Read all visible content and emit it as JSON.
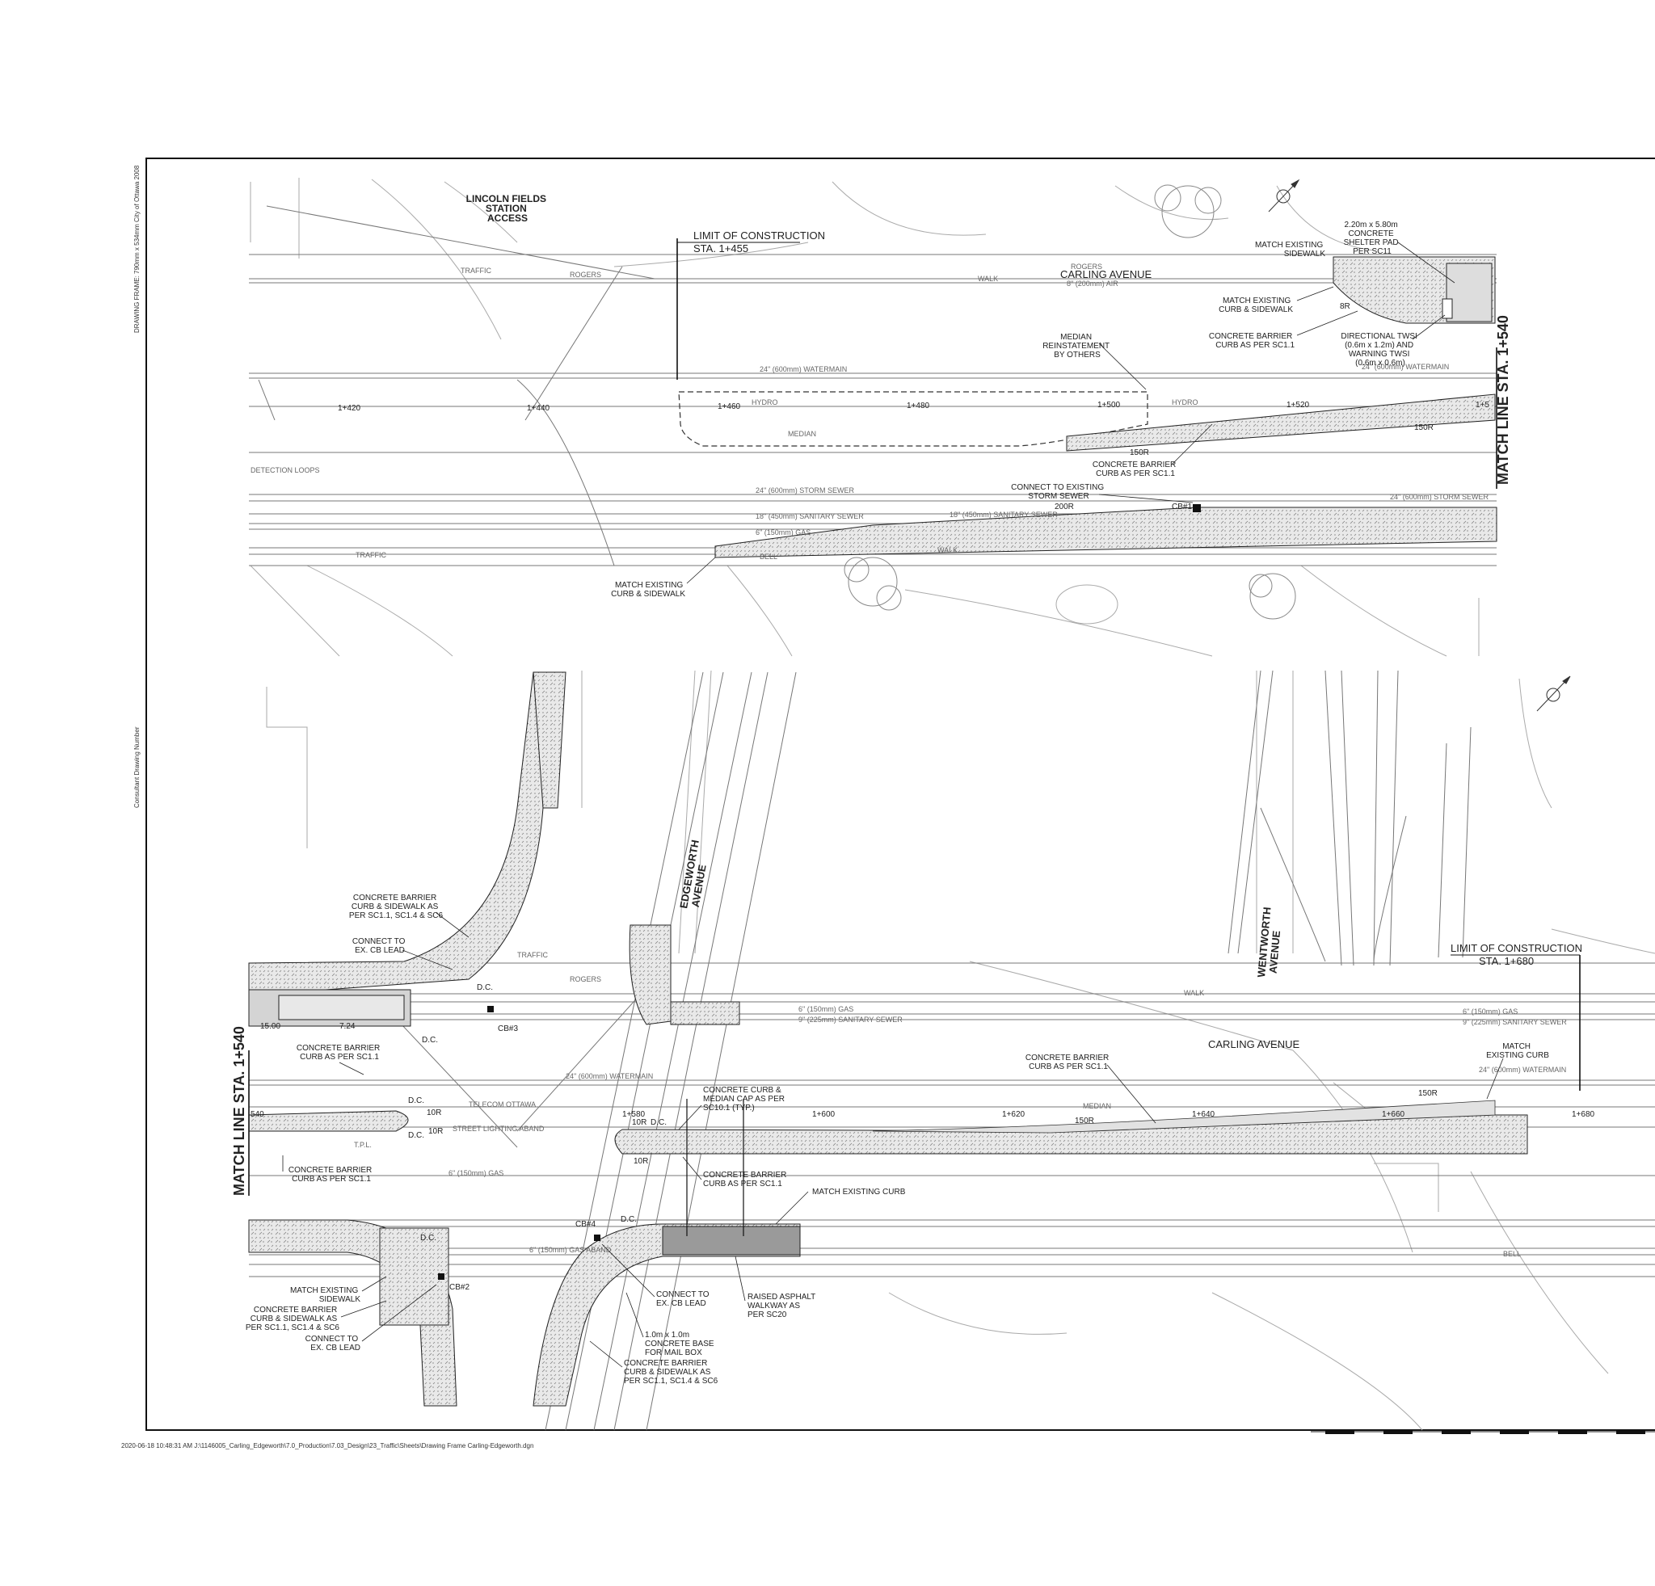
{
  "frame": {
    "drawing_frame": "DRAWING FRAME: 790mm x 534mm City of Ottawa 2008",
    "consultant": "Consultant Drawing Number",
    "footer": "2020-06-18 10:48:31 AM J:\\1146005_Carling_Edgeworth\\7.0_Production\\7.03_Design\\23_Traffic\\Sheets\\Drawing Frame Carling-Edgeworth.dgn"
  },
  "top_panel": {
    "lincoln": [
      "LINCOLN FIELDS",
      "STATION",
      "ACCESS"
    ],
    "limit": "LIMIT OF CONSTRUCTION",
    "limit_sta": "STA. 1+455",
    "carling": "CARLING AVENUE",
    "stations": [
      "1+420",
      "1+440",
      "1+460",
      "1+480",
      "1+500",
      "1+520",
      "1+5"
    ],
    "median_reinst": [
      "MEDIAN",
      "REINSTATEMENT",
      "BY OTHERS"
    ],
    "match_sidewalk": [
      "MATCH EXISTING",
      "SIDEWALK"
    ],
    "shelter": [
      "2.20m x 5.80m",
      "CONCRETE",
      "SHELTER PAD",
      "PER SC11"
    ],
    "match_curb_sidewalk": [
      "MATCH EXISTING",
      "CURB & SIDEWALK"
    ],
    "barrier_sc11": [
      "CONCRETE BARRIER",
      "CURB AS PER SC1.1"
    ],
    "twsi": [
      "DIRECTIONAL TWSI",
      "(0.6m x 1.2m) AND",
      "WARNING TWSI",
      "(0.6m x 0.6m)"
    ],
    "barrier_median": [
      "CONCRETE BARRIER",
      "CURB AS PER SC1.1"
    ],
    "connect_storm": [
      "CONNECT TO EXISTING",
      "STORM SEWER"
    ],
    "cb1": "CB#1",
    "r200": "200R",
    "r150a": "150R",
    "r150b": "150R",
    "r8": "8R",
    "match_bottom": [
      "MATCH EXISTING",
      "CURB & SIDEWALK"
    ],
    "match_line": "MATCH LINE STA. 1+540",
    "utils": {
      "watermain": "24\" (600mm) WATERMAIN",
      "hydro": "HYDRO",
      "traffic": "TRAFFIC",
      "rogers": "ROGERS",
      "walk": "WALK",
      "storm": "24\" (600mm) STORM SEWER",
      "sanitary": "18\" (450mm) SANITARY SEWER",
      "gas": "6\" (150mm) GAS",
      "median": "MEDIAN",
      "detection": "DETECTION LOOPS",
      "bell": "BELL",
      "ariel": "8\" (200mm) AIR"
    }
  },
  "bottom_panel": {
    "edgeworth": [
      "EDGEWORTH",
      "AVENUE"
    ],
    "wentworth": [
      "WENTWORTH",
      "AVENUE"
    ],
    "carling": "CARLING AVENUE",
    "limit": "LIMIT OF CONSTRUCTION",
    "limit_sta": "STA. 1+680",
    "match_line": "MATCH LINE STA. 1+540",
    "stations": [
      "540",
      "1+580",
      "1+600",
      "1+620",
      "1+640",
      "1+660",
      "1+680"
    ],
    "barrier_sidewalk_a": [
      "CONCRETE BARRIER",
      "CURB & SIDEWALK AS",
      "PER SC1.1, SC1.4 & SC6"
    ],
    "connect_cb_a": [
      "CONNECT TO",
      "EX. CB LEAD"
    ],
    "dim1": "15.00",
    "dim2": "7.24",
    "barrier_curb_a": [
      "CONCRETE BARRIER",
      "CURB AS PER SC1.1"
    ],
    "barrier_curb_b": [
      "CONCRETE BARRIER",
      "CURB AS PER SC1.1"
    ],
    "barrier_curb_c": [
      "CONCRETE BARRIER",
      "CURB AS PER SC1.1"
    ],
    "barrier_curb_d": [
      "CONCRETE BARRIER",
      "CURB AS PER SC1.1"
    ],
    "median_cap": [
      "CONCRETE CURB &",
      "MEDIAN CAP AS PER",
      "SC10.1 (TYP.)"
    ],
    "match_curb_1": "MATCH EXISTING CURB",
    "match_curb_2": [
      "MATCH",
      "EXISTING CURB"
    ],
    "cb3": "CB#3",
    "cb4": "CB#4",
    "cb2": "CB#2",
    "dc": "D.C.",
    "r10": "10R",
    "r150a": "150R",
    "r150b": "150R",
    "match_sidewalk": [
      "MATCH EXISTING",
      "SIDEWALK"
    ],
    "barrier_sidewalk_b": [
      "CONCRETE BARRIER",
      "CURB & SIDEWALK AS",
      "PER SC1.1, SC1.4 & SC6"
    ],
    "connect_cb_b": [
      "CONNECT TO",
      "EX. CB LEAD"
    ],
    "connect_cb_c": [
      "CONNECT TO",
      "EX. CB LEAD"
    ],
    "raised_asphalt": [
      "RAISED ASPHALT",
      "WALKWAY AS",
      "PER SC20"
    ],
    "mailbox": [
      "1.0m x 1.0m",
      "CONCRETE BASE",
      "FOR MAIL BOX"
    ],
    "barrier_sidewalk_c": [
      "CONCRETE BARRIER",
      "CURB & SIDEWALK AS",
      "PER SC1.1, SC1.4 & SC6"
    ],
    "utils": {
      "watermain": "24\" (600mm) WATERMAIN",
      "gas": "6\" (150mm) GAS",
      "sanitary": "9\" (225mm) SANITARY SEWER",
      "walk": "WALK",
      "median": "MEDIAN",
      "telecom": "TELECOM OTTAWA",
      "lighting": "STREET LIGHTING ABAND",
      "rogers": "ROGERS",
      "traffic": "TRAFFIC",
      "bell": "BELL",
      "gas_aband": "6\" (150mm) GAS ABAND",
      "tpl": "T.P.L."
    }
  }
}
